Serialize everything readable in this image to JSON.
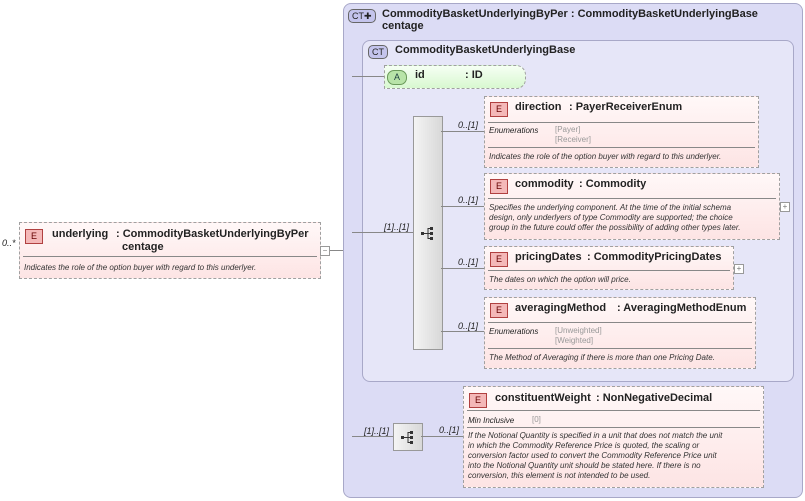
{
  "root": {
    "multiplicity": "0..*",
    "badge": "E",
    "name": "underlying",
    "type_line1": ": CommodityBasketUnderlyingByPer",
    "type_line2": "centage",
    "doc": "Indicates the role of the option buyer with regard to this underlyer."
  },
  "outer_ct": {
    "badge": "CT✚",
    "title_line1": "CommodityBasketUnderlyingByPer : CommodityBasketUnderlyingBase",
    "title_line2": "centage"
  },
  "inner_ct": {
    "badge": "CT",
    "title": "CommodityBasketUnderlyingBase"
  },
  "attribute": {
    "badge": "A",
    "name": "id",
    "type": ": ID"
  },
  "sequence1": {
    "multiplicity": "[1]..[1]"
  },
  "sequence2": {
    "multiplicity": "[1]..[1]"
  },
  "elements": {
    "direction": {
      "multiplicity": "0..[1]",
      "badge": "E",
      "name": "direction",
      "type": ": PayerReceiverEnum",
      "enum_label": "Enumerations",
      "enum_values": [
        "[Payer]",
        "[Receiver]"
      ],
      "doc": "Indicates the role of the option buyer with regard to this underlyer."
    },
    "commodity": {
      "multiplicity": "0..[1]",
      "badge": "E",
      "name": "commodity",
      "type": ": Commodity",
      "doc_lines": [
        "Specifies the underlying component. At the time of the initial schema",
        "design, only underlyers of type Commodity are supported; the choice",
        "group in the future could offer the possibility of adding other types later."
      ]
    },
    "pricingDates": {
      "multiplicity": "0..[1]",
      "badge": "E",
      "name": "pricingDates",
      "type": ": CommodityPricingDates",
      "doc": "The dates on which the option will price."
    },
    "averagingMethod": {
      "multiplicity": "0..[1]",
      "badge": "E",
      "name": "averagingMethod",
      "type": ": AveragingMethodEnum",
      "enum_label": "Enumerations",
      "enum_values": [
        "[Unweighted]",
        "[Weighted]"
      ],
      "doc": "The Method of Averaging if there is more than one Pricing Date."
    },
    "constituentWeight": {
      "multiplicity": "0..[1]",
      "badge": "E",
      "name": "constituentWeight",
      "type": ": NonNegativeDecimal",
      "facet_label": "Min Inclusive",
      "facet_value": "[0]",
      "doc_lines": [
        "If the Notional Quantity is specified in a unit that does not match the unit",
        "in which the Commodity Reference Price is quoted, the scaling or",
        "conversion factor used to convert the Commodity Reference Price unit",
        "into the Notional Quantity unit should be stated here. If there is no",
        "conversion, this element is not intended to be used."
      ]
    }
  },
  "icons": {
    "collapse": "minus-box-icon",
    "expand": "plus-box-icon",
    "sequence": "sequence-compositor-icon"
  }
}
